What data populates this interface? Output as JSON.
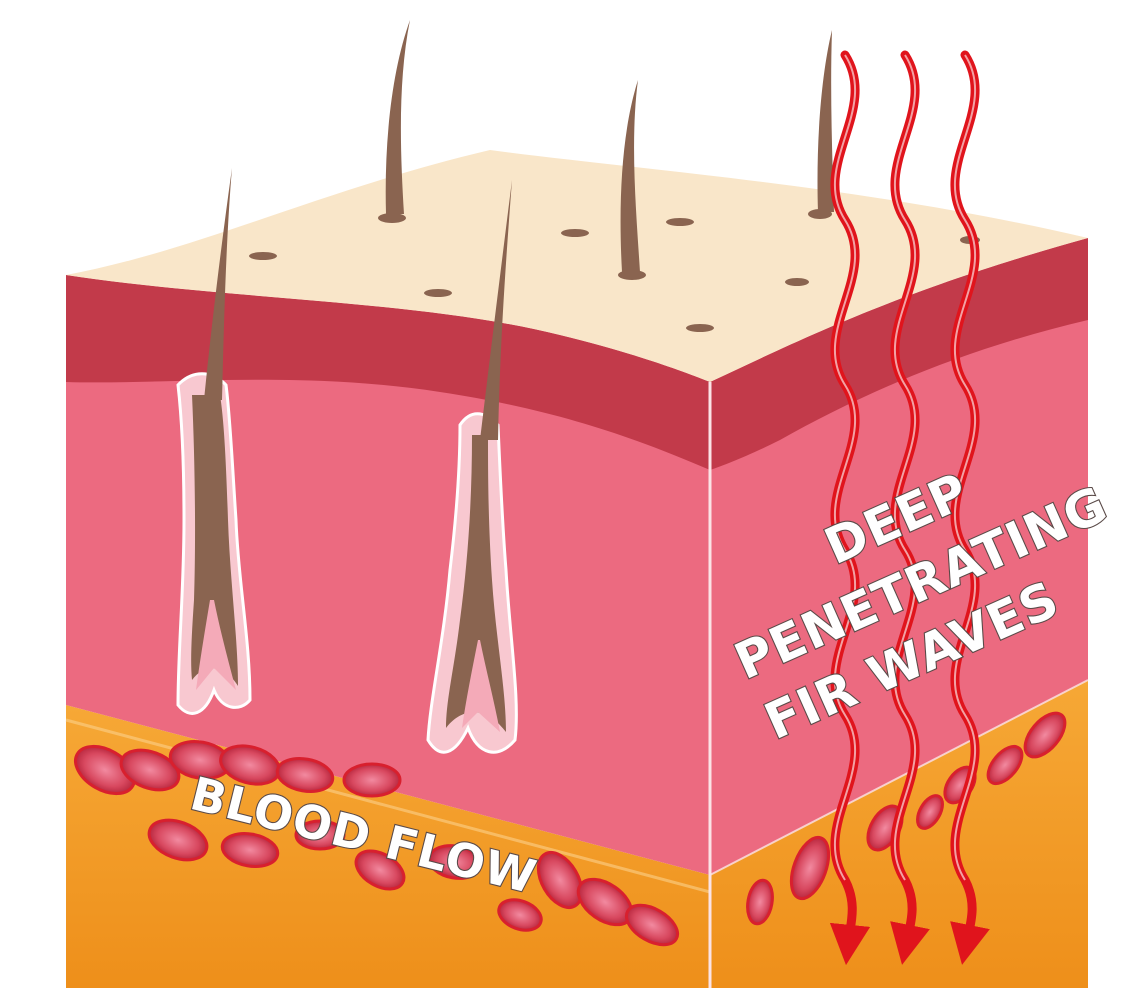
{
  "labels": {
    "blood_flow": "BLOOD FLOW",
    "waves_line1": "DEEP",
    "waves_line2": "PENETRATING",
    "waves_line3": "FIR WAVES"
  },
  "colors": {
    "epidermis_top": "#f9e6c9",
    "dermis_dark": "#c23a4a",
    "dermis_pink": "#ec6a80",
    "fat_layer": "#f39a22",
    "hair": "#8a6450",
    "follicle_sheath": "#f8c8d0",
    "blood_cell": "#d8485f",
    "wave_arrow": "#e0141c"
  },
  "icons": {
    "hair": "hair-strand-icon",
    "follicle": "hair-follicle-icon",
    "blood_cell": "blood-cell-icon",
    "wave": "wavy-arrow-icon"
  }
}
